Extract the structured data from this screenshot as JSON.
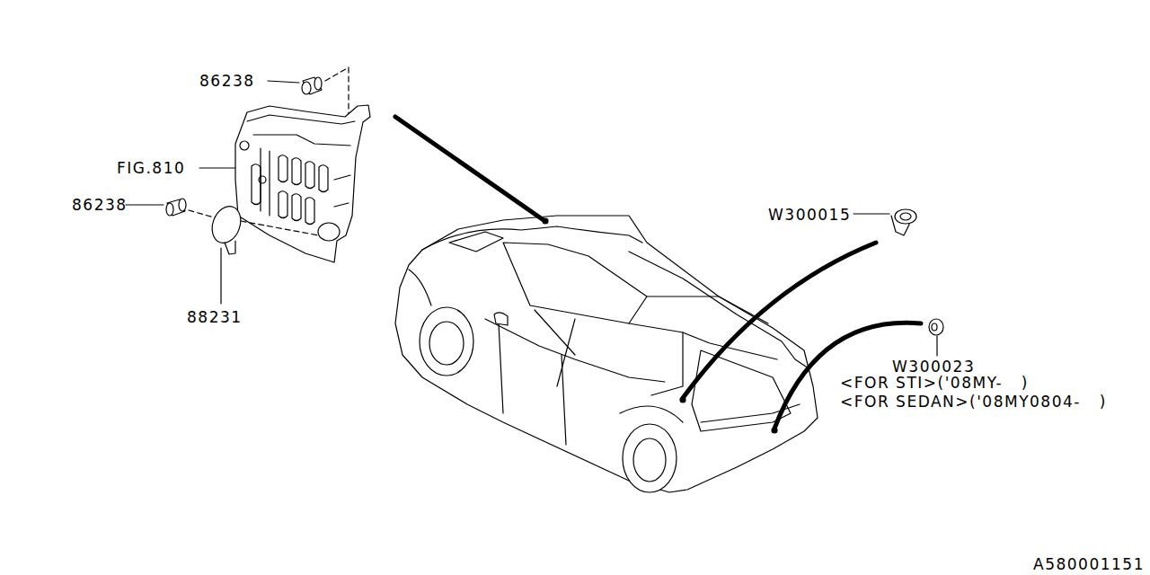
{
  "diagram": {
    "labels": [
      "86238",
      "FIG.810",
      "86238",
      "88231",
      "W300015",
      "W300023",
      "<FOR STI>('08MY-   )",
      "<FOR SEDAN>('08MY0804-   )",
      "A580001151"
    ]
  }
}
